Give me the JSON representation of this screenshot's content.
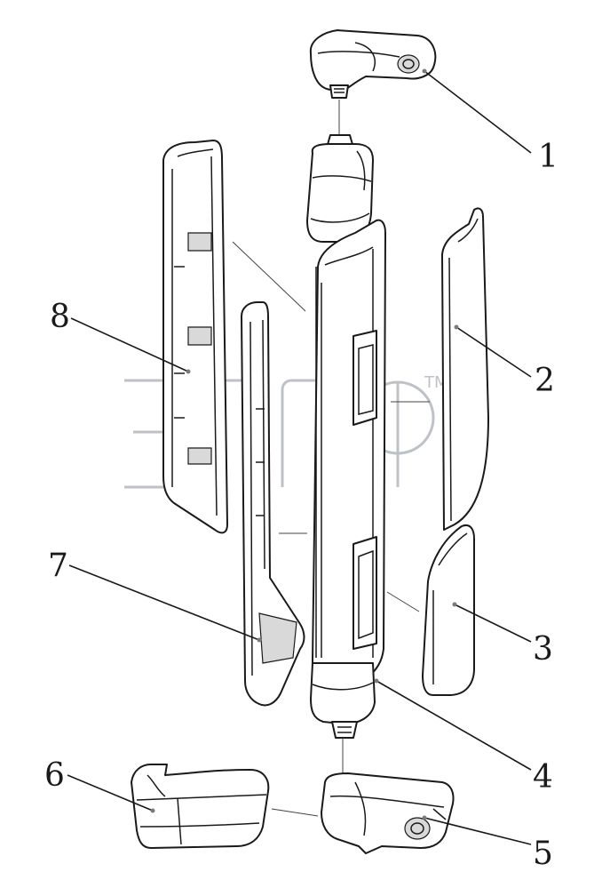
{
  "diagram": {
    "watermark": {
      "trademark": "TM"
    },
    "callouts": [
      {
        "id": "1",
        "label": "1"
      },
      {
        "id": "2",
        "label": "2"
      },
      {
        "id": "3",
        "label": "3"
      },
      {
        "id": "4",
        "label": "4"
      },
      {
        "id": "5",
        "label": "5"
      },
      {
        "id": "6",
        "label": "6"
      },
      {
        "id": "7",
        "label": "7"
      },
      {
        "id": "8",
        "label": "8"
      }
    ],
    "parts": [
      {
        "id": "mount-bracket-top",
        "icon": "bracket-icon"
      },
      {
        "id": "upper-mirror-glass",
        "icon": "mirror-glass-icon"
      },
      {
        "id": "lower-mirror-glass",
        "icon": "mirror-glass-icon"
      },
      {
        "id": "mirror-housing",
        "icon": "housing-icon"
      },
      {
        "id": "mount-bracket-bottom",
        "icon": "bracket-icon"
      },
      {
        "id": "bottom-cover",
        "icon": "cover-icon"
      },
      {
        "id": "inner-back-cover",
        "icon": "cover-icon"
      },
      {
        "id": "outer-back-cover",
        "icon": "cover-icon"
      }
    ],
    "colors": {
      "line": "#1a1a1a",
      "watermark": "#b8bcc0",
      "background": "#ffffff"
    }
  }
}
